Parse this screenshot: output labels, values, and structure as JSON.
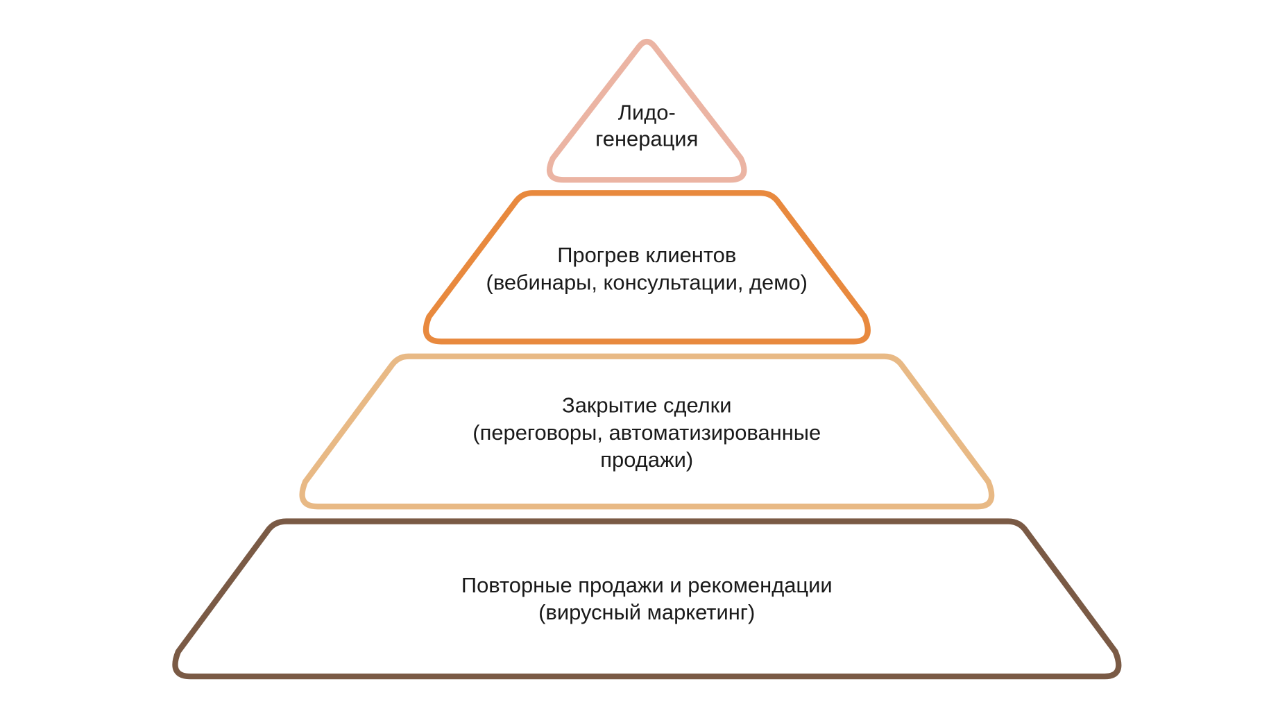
{
  "pyramid": {
    "tiers": [
      {
        "lines": [
          "Лидо-",
          "генерация"
        ],
        "color": "#ebb4a3"
      },
      {
        "lines": [
          "Прогрев клиентов",
          "(вебинары, консультации, демо)"
        ],
        "color": "#e8893e"
      },
      {
        "lines": [
          "Закрытие сделки",
          "(переговоры, автоматизированные",
          "продажи)"
        ],
        "color": "#e8b985"
      },
      {
        "lines": [
          "Повторные продажи и рекомендации",
          "(вирусный маркетинг)"
        ],
        "color": "#7a5a45"
      }
    ]
  }
}
